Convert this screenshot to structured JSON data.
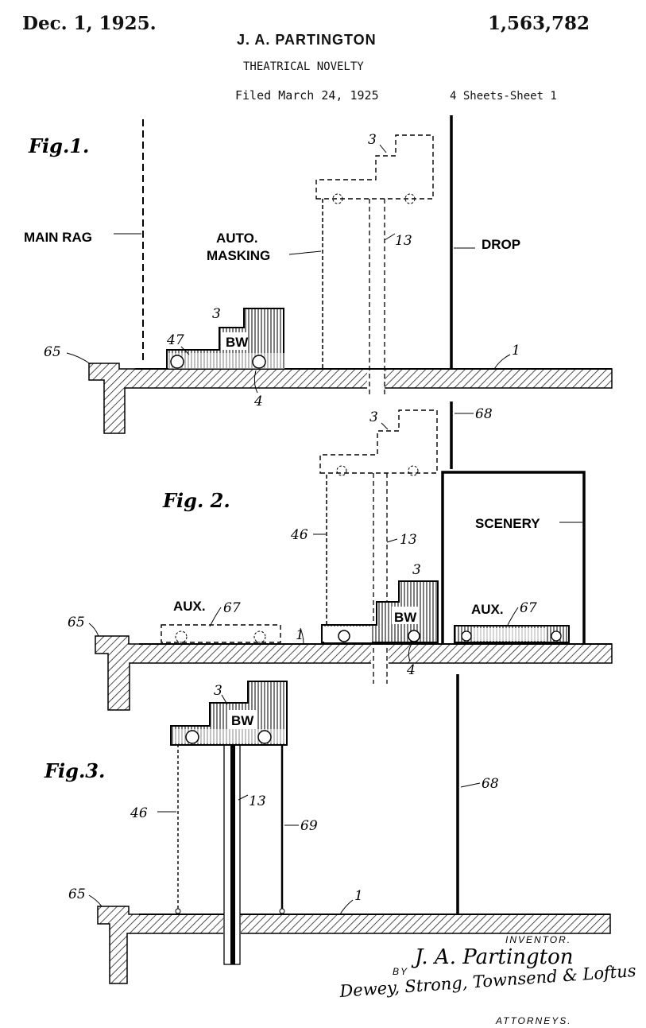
{
  "header": {
    "date": "Dec. 1, 1925.",
    "patent_number": "1,563,782",
    "inventor_name": "J. A. PARTINGTON",
    "title": "THEATRICAL NOVELTY",
    "filed": "Filed March 24, 1925",
    "sheets": "4 Sheets-Sheet 1"
  },
  "figures": {
    "fig1": {
      "label": "Fig.1.",
      "labels": {
        "main_rag": "MAIN RAG",
        "auto_line1": "AUTO.",
        "auto_line2": "MASKING",
        "drop": "DROP",
        "bw": "BW"
      },
      "numerals": {
        "n65": "65",
        "n47": "47",
        "n3_low": "3",
        "n3_high": "3",
        "n13": "13",
        "n1": "1",
        "n4": "4"
      }
    },
    "fig2": {
      "label": "Fig. 2.",
      "labels": {
        "scenery": "SCENERY",
        "aux_left": "AUX.",
        "aux_right": "AUX.",
        "bw": "BW"
      },
      "numerals": {
        "n3_high": "3",
        "n68": "68",
        "n46": "46",
        "n13": "13",
        "n67_left": "67",
        "n67_right": "67",
        "n3_low": "3",
        "n65": "65",
        "n1": "1",
        "n4": "4"
      }
    },
    "fig3": {
      "label": "Fig.3.",
      "labels": {
        "bw": "BW"
      },
      "numerals": {
        "n3": "3",
        "n68": "68",
        "n46": "46",
        "n13": "13",
        "n69": "69",
        "n65": "65",
        "n1": "1"
      }
    }
  },
  "footer": {
    "inventor_caption": "INVENTOR.",
    "inventor_signature": "J. A. Partington",
    "by": "BY",
    "attorneys_signature": "Dewey, Strong, Townsend & Loftus",
    "attorneys_caption": "ATTORNEYS."
  }
}
